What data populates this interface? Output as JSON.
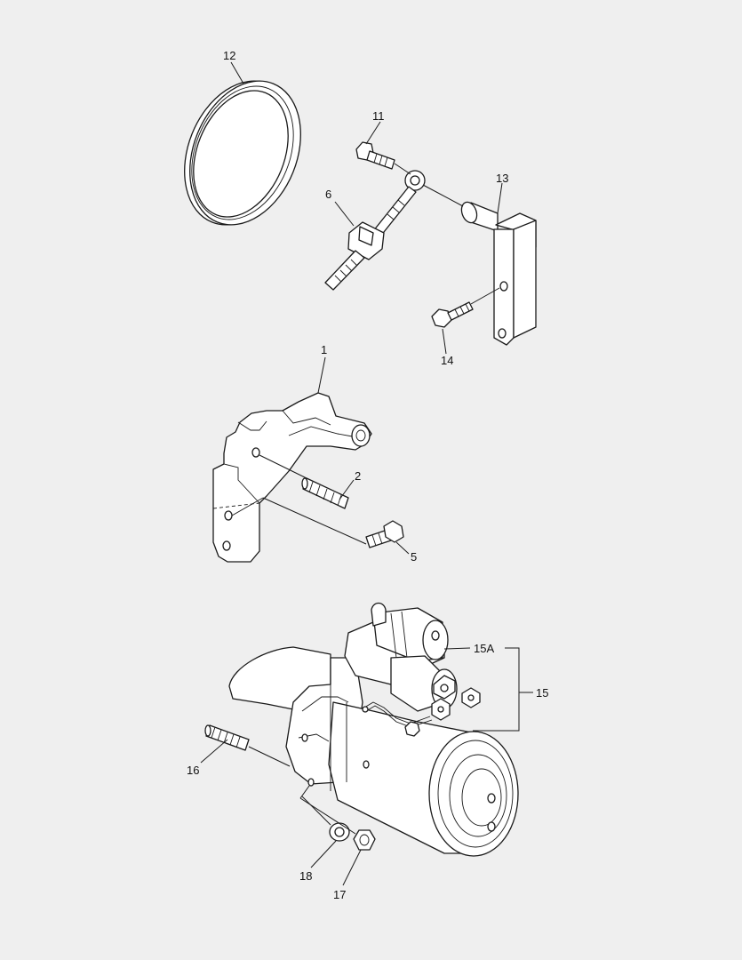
{
  "callouts": {
    "c1": "1",
    "c2": "2",
    "c5": "5",
    "c6": "6",
    "c11": "11",
    "c12": "12",
    "c13": "13",
    "c14": "14",
    "c15": "15",
    "c15a": "15A",
    "c16": "16",
    "c17": "17",
    "c18": "18"
  },
  "colors": {
    "background": "#efefef",
    "line": "#1a1a1a",
    "fill": "#ffffff"
  }
}
